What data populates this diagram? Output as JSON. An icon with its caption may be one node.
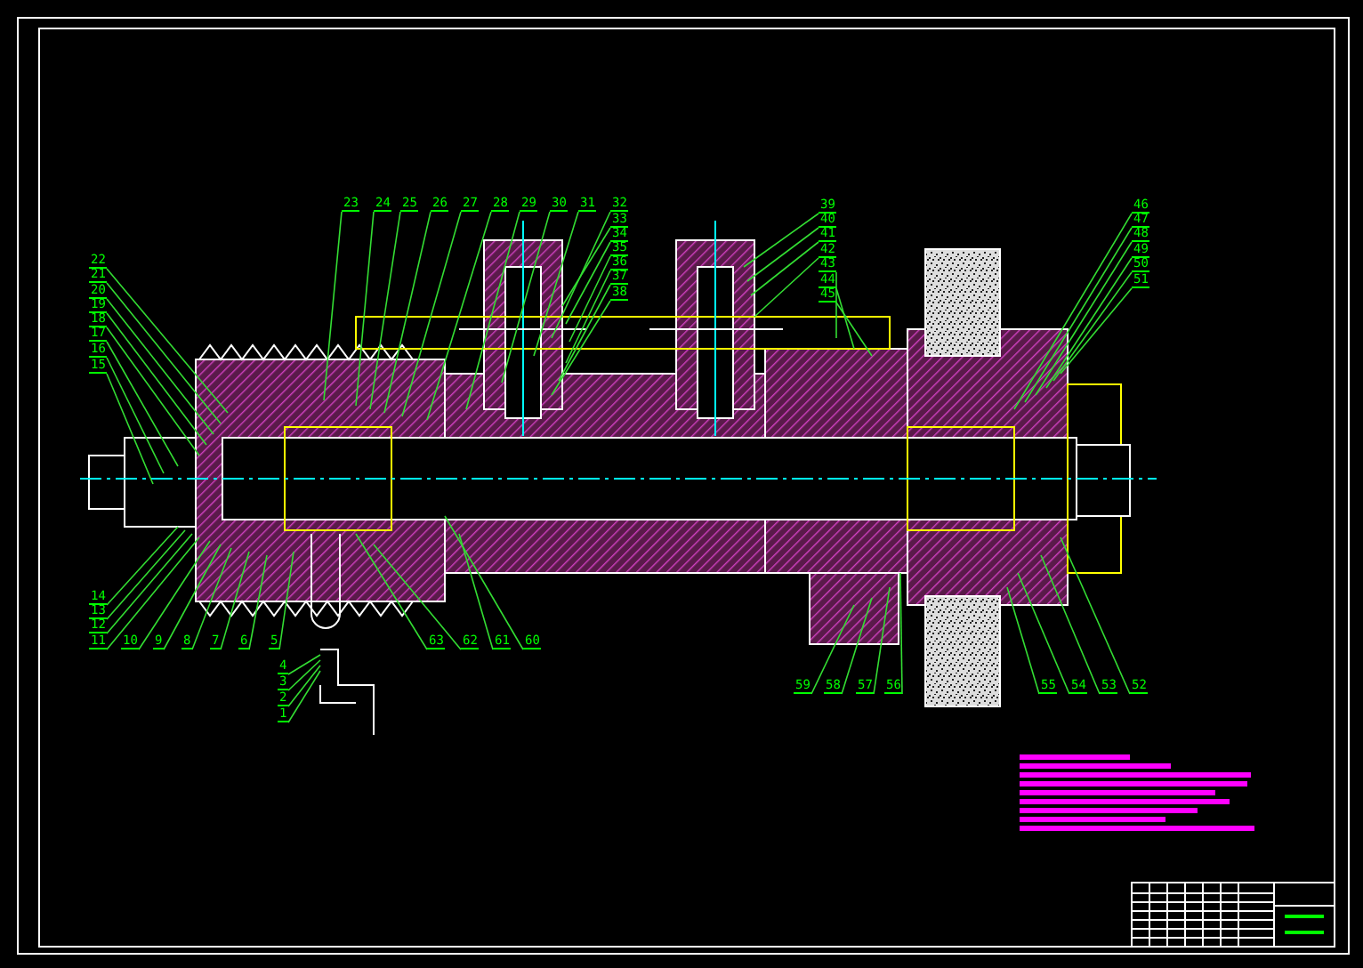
{
  "diagram": {
    "nodes": [
      {
        "text": [
          "22"
        ]
      },
      {
        "text": [
          "21"
        ]
      },
      {
        "text": [
          "20"
        ]
      },
      {
        "text": [
          "19"
        ]
      },
      {
        "text": [
          "18"
        ]
      },
      {
        "text": [
          "17"
        ]
      },
      {
        "text": [
          "16"
        ]
      },
      {
        "text": [
          "15"
        ]
      },
      {
        "text": [
          "23"
        ]
      },
      {
        "text": [
          "24"
        ]
      },
      {
        "text": [
          "25"
        ]
      },
      {
        "text": [
          "26"
        ]
      },
      {
        "text": [
          "27"
        ]
      },
      {
        "text": [
          "28"
        ]
      },
      {
        "text": [
          "29"
        ]
      },
      {
        "text": [
          "30"
        ]
      },
      {
        "text": [
          "31"
        ]
      },
      {
        "text": [
          "32"
        ]
      },
      {
        "text": [
          "33"
        ]
      },
      {
        "text": [
          "34"
        ]
      },
      {
        "text": [
          "35"
        ]
      },
      {
        "text": [
          "36"
        ]
      },
      {
        "text": [
          "37"
        ]
      },
      {
        "text": [
          "38"
        ]
      },
      {
        "text": [
          "39"
        ]
      },
      {
        "text": [
          "40"
        ]
      },
      {
        "text": [
          "41"
        ]
      },
      {
        "text": [
          "42"
        ]
      },
      {
        "text": [
          "43"
        ]
      },
      {
        "text": [
          "44"
        ]
      },
      {
        "text": [
          "45"
        ]
      },
      {
        "text": [
          "46"
        ]
      },
      {
        "text": [
          "47"
        ]
      },
      {
        "text": [
          "48"
        ]
      },
      {
        "text": [
          "49"
        ]
      },
      {
        "text": [
          "50"
        ]
      },
      {
        "text": [
          "51"
        ]
      },
      {
        "text": [
          "14"
        ]
      },
      {
        "text": [
          "13"
        ]
      },
      {
        "text": [
          "12"
        ]
      },
      {
        "text": [
          "11"
        ]
      },
      {
        "text": [
          "10"
        ]
      },
      {
        "text": [
          "9"
        ]
      },
      {
        "text": [
          "8"
        ]
      },
      {
        "text": [
          "7"
        ]
      },
      {
        "text": [
          "6"
        ]
      },
      {
        "text": [
          "5"
        ]
      },
      {
        "text": [
          "4"
        ]
      },
      {
        "text": [
          "3"
        ]
      },
      {
        "text": [
          "2"
        ]
      },
      {
        "text": [
          "1"
        ]
      },
      {
        "text": [
          "63"
        ]
      },
      {
        "text": [
          "62"
        ]
      },
      {
        "text": [
          "61"
        ]
      },
      {
        "text": [
          "60"
        ]
      },
      {
        "text": [
          "59"
        ]
      },
      {
        "text": [
          "58"
        ]
      },
      {
        "text": [
          "57"
        ]
      },
      {
        "text": [
          "56"
        ]
      },
      {
        "text": [
          "55"
        ]
      },
      {
        "text": [
          "54"
        ]
      },
      {
        "text": [
          "53"
        ]
      },
      {
        "text": [
          "52"
        ]
      }
    ],
    "edges": [
      {
        "from": 0,
        "to": null,
        "arrow": "none"
      },
      {
        "from": 1,
        "to": null,
        "arrow": "none"
      },
      {
        "from": 2,
        "to": null,
        "arrow": "none"
      },
      {
        "from": 3,
        "to": null,
        "arrow": "none"
      },
      {
        "from": 4,
        "to": null,
        "arrow": "none"
      },
      {
        "from": 5,
        "to": null,
        "arrow": "none"
      },
      {
        "from": 6,
        "to": null,
        "arrow": "none"
      },
      {
        "from": 7,
        "to": null,
        "arrow": "none"
      },
      {
        "from": 8,
        "to": null,
        "arrow": "none"
      },
      {
        "from": 9,
        "to": null,
        "arrow": "none"
      },
      {
        "from": 10,
        "to": null,
        "arrow": "none"
      },
      {
        "from": 11,
        "to": null,
        "arrow": "none"
      },
      {
        "from": 12,
        "to": null,
        "arrow": "none"
      },
      {
        "from": 13,
        "to": null,
        "arrow": "none"
      },
      {
        "from": 14,
        "to": null,
        "arrow": "none"
      },
      {
        "from": 15,
        "to": null,
        "arrow": "none"
      },
      {
        "from": 16,
        "to": null,
        "arrow": "none"
      },
      {
        "from": 17,
        "to": null,
        "arrow": "none"
      },
      {
        "from": 18,
        "to": null,
        "arrow": "none"
      },
      {
        "from": 19,
        "to": null,
        "arrow": "none"
      },
      {
        "from": 20,
        "to": null,
        "arrow": "none"
      },
      {
        "from": 21,
        "to": null,
        "arrow": "none"
      },
      {
        "from": 22,
        "to": null,
        "arrow": "none"
      },
      {
        "from": 23,
        "to": null,
        "arrow": "none"
      },
      {
        "from": 24,
        "to": null,
        "arrow": "none"
      },
      {
        "from": 25,
        "to": null,
        "arrow": "none"
      },
      {
        "from": 26,
        "to": null,
        "arrow": "none"
      },
      {
        "from": 27,
        "to": null,
        "arrow": "none"
      },
      {
        "from": 28,
        "to": null,
        "arrow": "none"
      },
      {
        "from": 29,
        "to": null,
        "arrow": "none"
      },
      {
        "from": 30,
        "to": null,
        "arrow": "none"
      },
      {
        "from": 31,
        "to": null,
        "arrow": "none"
      },
      {
        "from": 32,
        "to": null,
        "arrow": "none"
      },
      {
        "from": 33,
        "to": null,
        "arrow": "none"
      },
      {
        "from": 34,
        "to": null,
        "arrow": "none"
      },
      {
        "from": 35,
        "to": null,
        "arrow": "none"
      },
      {
        "from": 36,
        "to": null,
        "arrow": "none"
      },
      {
        "from": 37,
        "to": null,
        "arrow": "none"
      },
      {
        "from": 38,
        "to": null,
        "arrow": "none"
      },
      {
        "from": 39,
        "to": null,
        "arrow": "none"
      },
      {
        "from": 40,
        "to": null,
        "arrow": "none"
      },
      {
        "from": 41,
        "to": null,
        "arrow": "none"
      },
      {
        "from": 42,
        "to": null,
        "arrow": "none"
      },
      {
        "from": 43,
        "to": null,
        "arrow": "none"
      },
      {
        "from": 44,
        "to": null,
        "arrow": "none"
      },
      {
        "from": 45,
        "to": null,
        "arrow": "none"
      },
      {
        "from": 46,
        "to": null,
        "arrow": "none"
      },
      {
        "from": 47,
        "to": null,
        "arrow": "none"
      },
      {
        "from": 48,
        "to": null,
        "arrow": "none"
      },
      {
        "from": 49,
        "to": null,
        "arrow": "none"
      },
      {
        "from": 50,
        "to": null,
        "arrow": "none"
      },
      {
        "from": 51,
        "to": null,
        "arrow": "none"
      },
      {
        "from": 52,
        "to": null,
        "arrow": "none"
      },
      {
        "from": 53,
        "to": null,
        "arrow": "none"
      },
      {
        "from": 54,
        "to": null,
        "arrow": "none"
      },
      {
        "from": 55,
        "to": null,
        "arrow": "none"
      },
      {
        "from": 56,
        "to": null,
        "arrow": "none"
      },
      {
        "from": 57,
        "to": null,
        "arrow": "none"
      },
      {
        "from": 58,
        "to": null,
        "arrow": "none"
      },
      {
        "from": 59,
        "to": null,
        "arrow": "none"
      },
      {
        "from": 60,
        "to": null,
        "arrow": "none"
      },
      {
        "from": 61,
        "to": null,
        "arrow": "none"
      },
      {
        "from": 62,
        "to": null,
        "arrow": "none"
      }
    ]
  }
}
